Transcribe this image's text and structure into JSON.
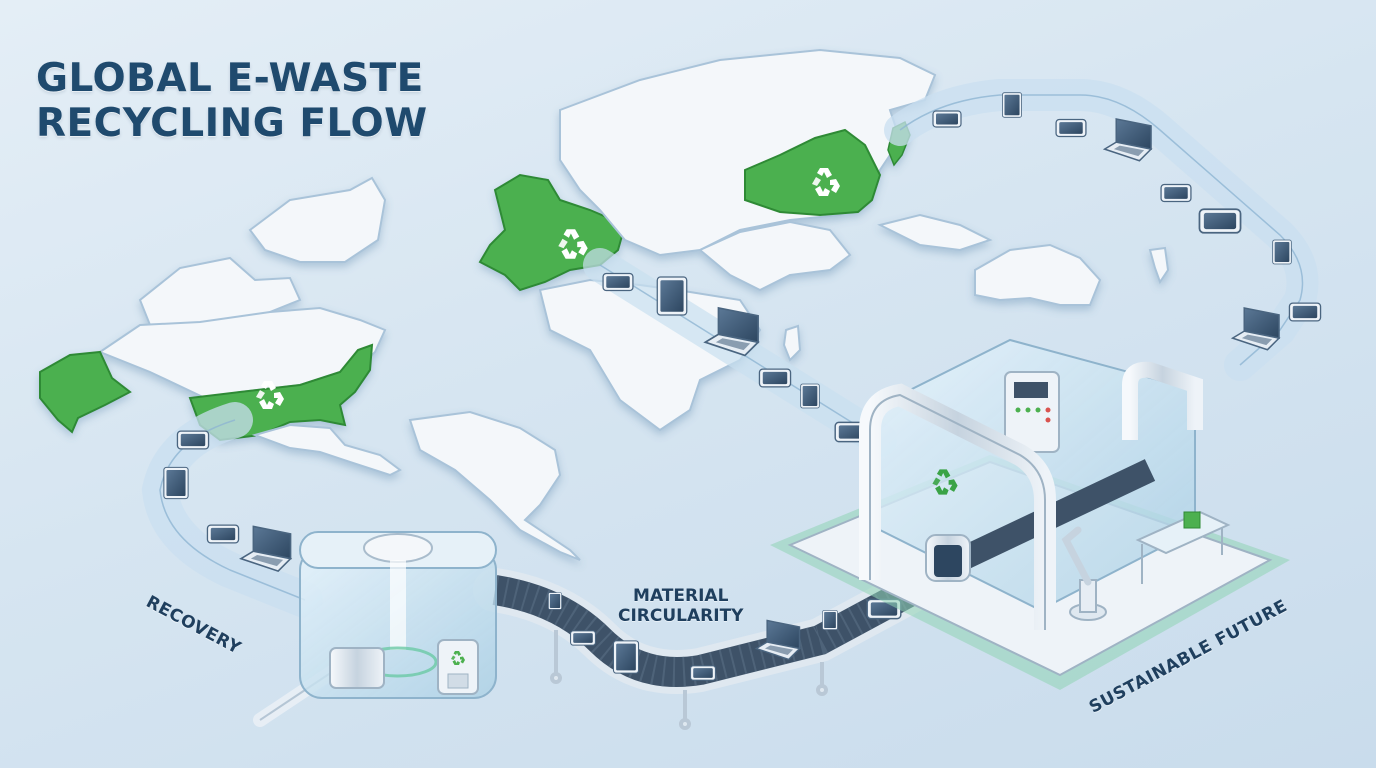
{
  "title": {
    "line1": "GLOBAL E-WASTE",
    "line2": "RECYCLING FLOW"
  },
  "stage_labels": {
    "recovery": "RECOVERY",
    "material_line1": "MATERIAL",
    "material_line2": "CIRCULARITY",
    "future": "SUSTAINABLE FUTURE"
  },
  "highlighted_regions": [
    {
      "name": "North America (USA + Alaska)",
      "icon": "recycle-icon"
    },
    {
      "name": "Europe",
      "icon": "recycle-icon"
    },
    {
      "name": "China",
      "icon": "recycle-icon"
    },
    {
      "name": "Japan",
      "icon": null
    }
  ],
  "devices_in_flow": [
    "smartphone",
    "tablet",
    "laptop"
  ],
  "facilities": [
    {
      "name": "collection-hub",
      "icon": "recycle-icon"
    },
    {
      "name": "processing-plant",
      "icon": "recycle-icon"
    }
  ],
  "colors": {
    "background": "#d6e5f1",
    "title": "#1f4a6e",
    "label": "#1f3f5e",
    "land": "#f4f7fa",
    "land_edge": "#a9c3d9",
    "highlight_green": "#4cb04f",
    "highlight_green_dark": "#2f8a35",
    "tube": "#c9dff0",
    "conveyor": "#3e5268",
    "glass": "#b9d9ea",
    "platform_glow": "#8fd3b4"
  }
}
